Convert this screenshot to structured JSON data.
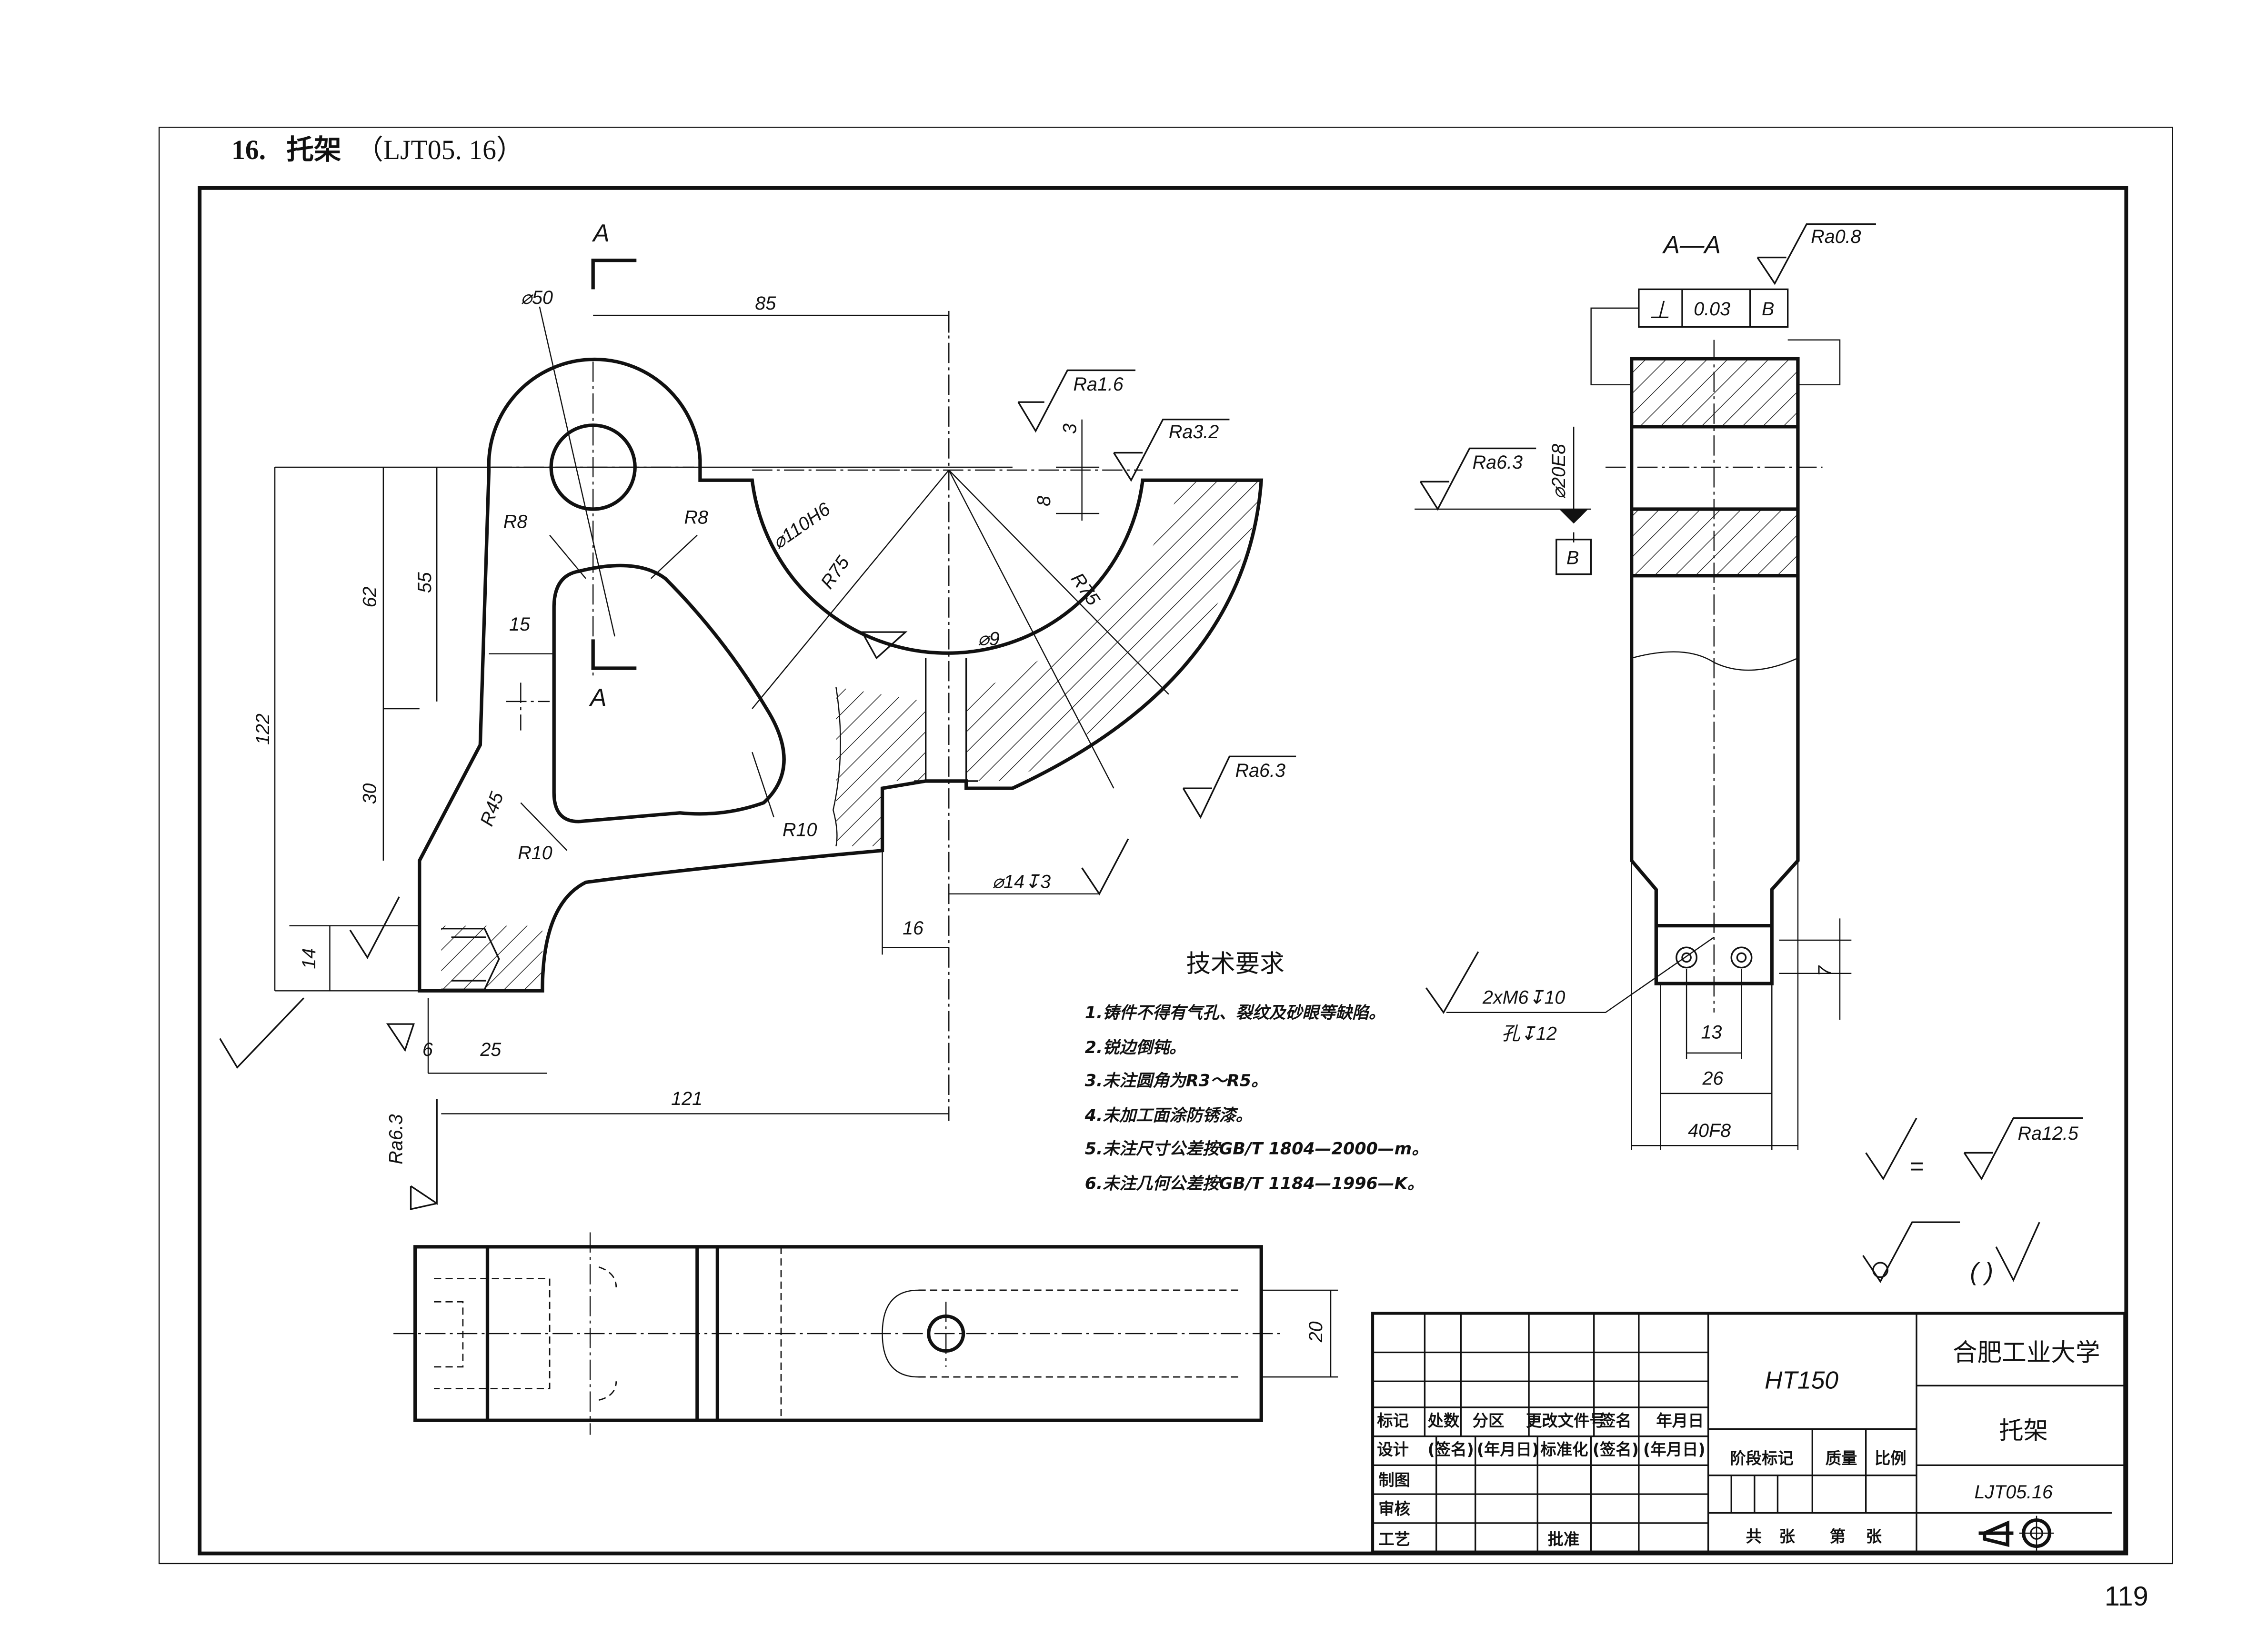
{
  "heading": {
    "number": "16.",
    "title": "托架",
    "code": "（LJT05. 16）"
  },
  "page_number": "119",
  "front_view": {
    "section_mark_top": "A",
    "section_mark_bottom": "A",
    "dims": [
      "⌀50",
      "85",
      "R8",
      "R8",
      "⌀110H6",
      "R75",
      "R75",
      "3",
      "8",
      "62",
      "55",
      "15",
      "122",
      "30",
      "R45",
      "R10",
      "R10",
      "⌀9",
      "14",
      "6",
      "25",
      "121",
      "16",
      "⌀14↧3"
    ],
    "roughness": [
      "Ra1.6",
      "Ra3.2",
      "Ra6.3",
      "Ra6.3"
    ]
  },
  "section_view": {
    "title": "A—A",
    "roughness_top": "Ra0.8",
    "tolerance_frame": {
      "symbol": "⊥",
      "value": "0.03",
      "datum": "B"
    },
    "roughness_left": "Ra6.3",
    "bore": "⌀20E8",
    "datum": "B",
    "thread_note": "2xM6↧10",
    "hole_note": "孔↧12",
    "dims": [
      "7",
      "13",
      "26",
      "40F8"
    ]
  },
  "bottom_view": {
    "dims": [
      "20"
    ]
  },
  "tech_requirements": {
    "title": "技术要求",
    "items": [
      "1.铸件不得有气孔、裂纹及砂眼等缺陷。",
      "2.锐边倒钝。",
      "3.未注圆角为R3～R5。",
      "4.未加工面涂防锈漆。",
      "5.未注尺寸公差按GB/T 1804—2000—m。",
      "6.未注几何公差按GB/T 1184—1996—K。"
    ]
  },
  "surface_notes": {
    "equals": "=",
    "ra": "Ra12.5",
    "paren": "(  )"
  },
  "title_block": {
    "row_labels": [
      "标记",
      "处数",
      "分区",
      "更改文件号",
      "签名",
      "年月日"
    ],
    "design_row": [
      "设计",
      "(签名)",
      "(年月日)",
      "标准化",
      "(签名)",
      "(年月日)"
    ],
    "left_labels": [
      "制图",
      "审核",
      "工艺"
    ],
    "approve": "批准",
    "material": "HT150",
    "stage": "阶段标记",
    "mass": "质量",
    "scale": "比例",
    "sheets": [
      "共",
      "张",
      "第",
      "张"
    ],
    "school": "合肥工业大学",
    "part_name": "托架",
    "drawing_no": "LJT05.16"
  }
}
